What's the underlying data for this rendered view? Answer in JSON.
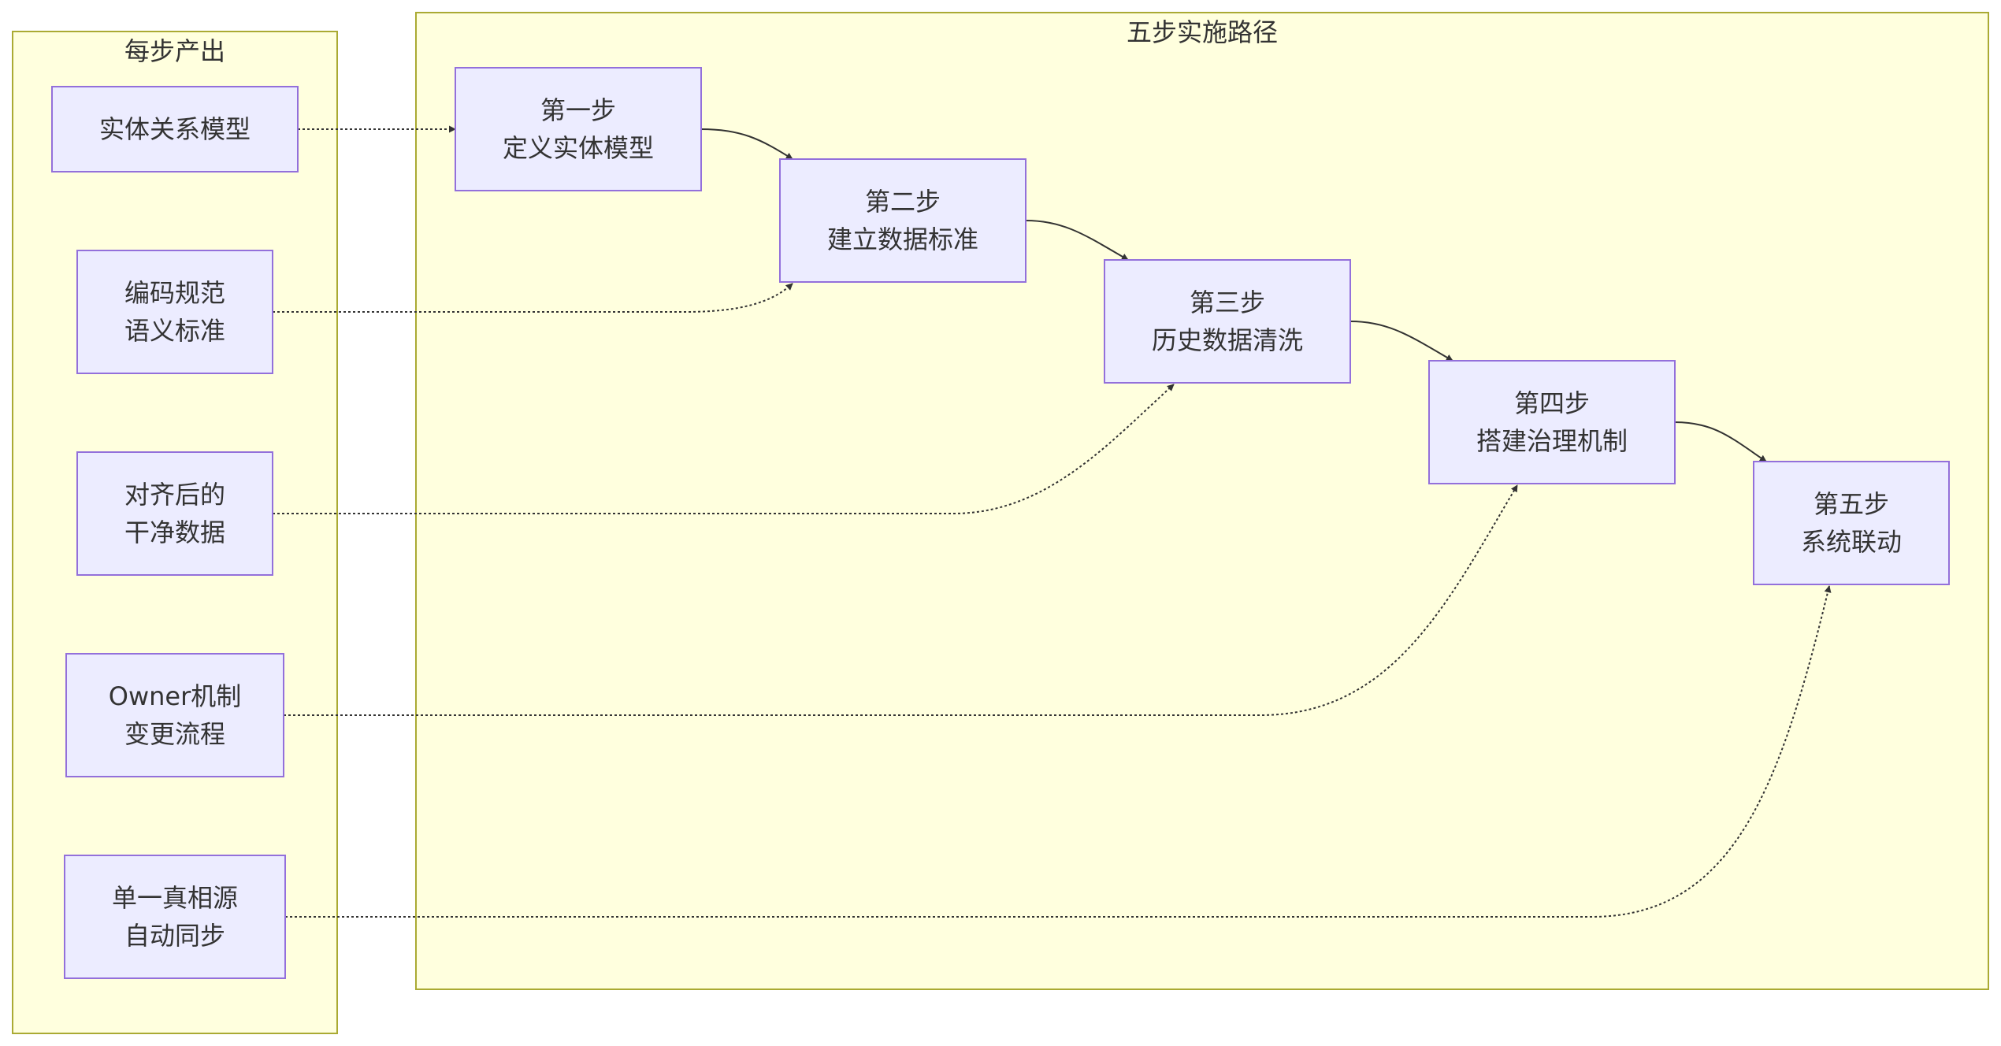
{
  "colors": {
    "cluster_fill": "#ffffde",
    "cluster_stroke": "#aaaa33",
    "node_fill": "#ececff",
    "node_stroke": "#9370db",
    "edge": "#333333",
    "text": "#333333"
  },
  "clusters": [
    {
      "id": "outputs",
      "label": "每步产出"
    },
    {
      "id": "path",
      "label": "五步实施路径"
    }
  ],
  "nodes": [
    {
      "id": "o1",
      "lines": [
        "实体关系模型"
      ]
    },
    {
      "id": "o2",
      "lines": [
        "编码规范",
        "语义标准"
      ]
    },
    {
      "id": "o3",
      "lines": [
        "对齐后的",
        "干净数据"
      ]
    },
    {
      "id": "o4",
      "lines": [
        "Owner机制",
        "变更流程"
      ]
    },
    {
      "id": "o5",
      "lines": [
        "单一真相源",
        "自动同步"
      ]
    },
    {
      "id": "s1",
      "lines": [
        "第一步",
        "定义实体模型"
      ]
    },
    {
      "id": "s2",
      "lines": [
        "第二步",
        "建立数据标准"
      ]
    },
    {
      "id": "s3",
      "lines": [
        "第三步",
        "历史数据清洗"
      ]
    },
    {
      "id": "s4",
      "lines": [
        "第四步",
        "搭建治理机制"
      ]
    },
    {
      "id": "s5",
      "lines": [
        "第五步",
        "系统联动"
      ]
    }
  ],
  "edges": [
    {
      "from": "s1",
      "to": "s2",
      "style": "solid"
    },
    {
      "from": "s2",
      "to": "s3",
      "style": "solid"
    },
    {
      "from": "s3",
      "to": "s4",
      "style": "solid"
    },
    {
      "from": "s4",
      "to": "s5",
      "style": "solid"
    },
    {
      "from": "o1",
      "to": "s1",
      "style": "dotted"
    },
    {
      "from": "o2",
      "to": "s2",
      "style": "dotted"
    },
    {
      "from": "o3",
      "to": "s3",
      "style": "dotted"
    },
    {
      "from": "o4",
      "to": "s4",
      "style": "dotted"
    },
    {
      "from": "o5",
      "to": "s5",
      "style": "dotted"
    }
  ]
}
